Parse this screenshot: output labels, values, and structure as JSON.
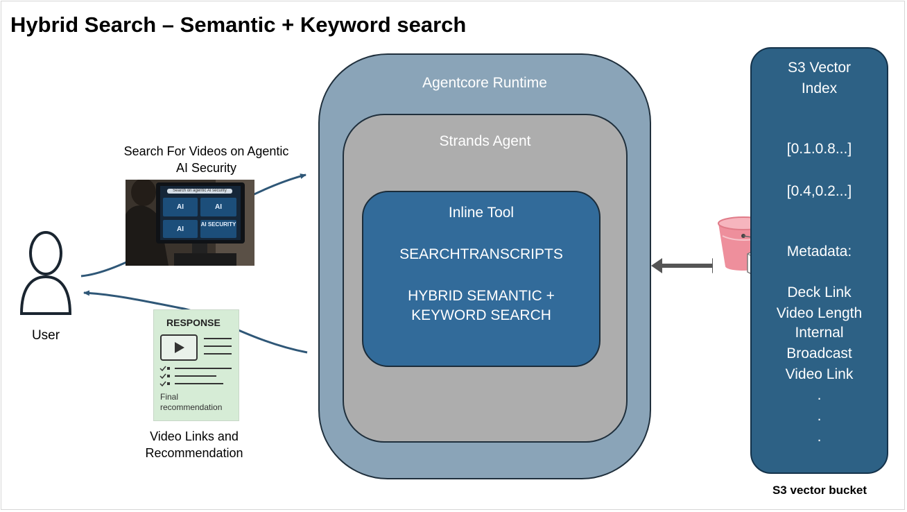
{
  "title": "Hybrid Search – Semantic + Keyword search",
  "user": {
    "label": "User"
  },
  "query": {
    "line1": "Search For Videos on Agentic",
    "line2": "AI Security"
  },
  "query_image": {
    "search_text": "Search on agentic AI security",
    "tiles": [
      "AI",
      "AI",
      "AI",
      "AI SECURITY"
    ]
  },
  "response_card": {
    "header": "RESPONSE",
    "footer_line1": "Final",
    "footer_line2": "recommendation"
  },
  "response_caption": {
    "line1": "Video Links and",
    "line2": "Recommendation"
  },
  "runtime": {
    "label": "Agentcore Runtime"
  },
  "strands": {
    "label": "Strands Agent"
  },
  "tool": {
    "title": "Inline Tool",
    "name": "SEARCHTRANSCRIPTS",
    "desc_line1": "HYBRID SEMANTIC +",
    "desc_line2": "KEYWORD SEARCH"
  },
  "index": {
    "title_line1": "S3 Vector",
    "title_line2": "Index",
    "vector1": "[0.1.0.8...]",
    "vector2": "[0.4,0.2...]",
    "metadata_label": "Metadata:",
    "fields": [
      "Deck Link",
      "Video Length",
      "Internal",
      "Broadcast",
      "Video Link"
    ],
    "ellipsis": ".",
    "caption": "S3 vector bucket"
  },
  "colors": {
    "runtime_fill": "#8aa4b8",
    "agent_fill": "#adadad",
    "tool_fill": "#326b9a",
    "index_fill": "#2d6185",
    "arrow": "#2f5777",
    "response_fill": "#d6ecd6"
  },
  "icons": [
    "user-icon",
    "play-icon",
    "bucket-icon",
    "double-arrow-icon"
  ]
}
